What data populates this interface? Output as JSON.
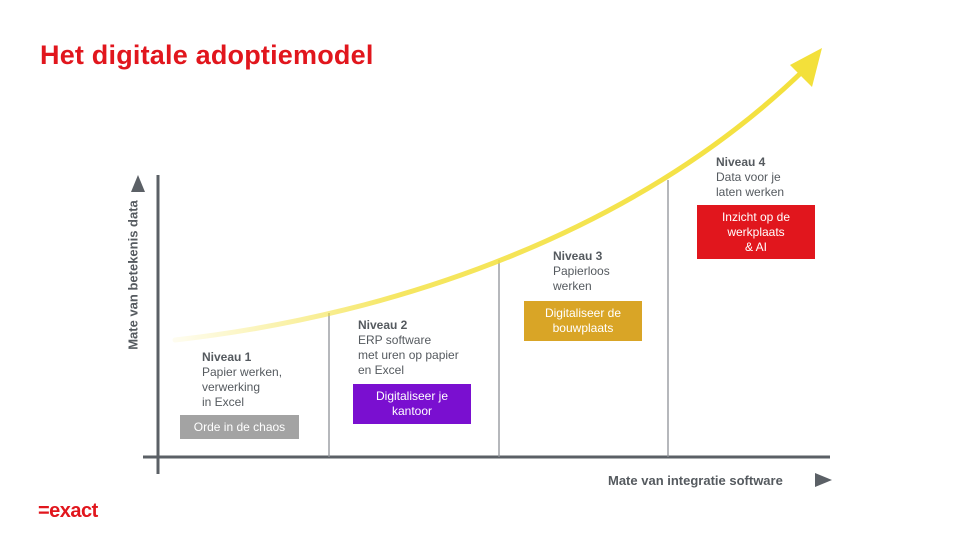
{
  "title": "Het digitale adoptiemodel",
  "y_axis_label": "Mate van betekenis data",
  "x_axis_label": "Mate van integratie software",
  "levels": [
    {
      "name": "Niveau 1",
      "description": "Papier werken,\nverwerking\nin Excel",
      "tag": "Orde in de chaos",
      "tag_color": "#a3a3a3"
    },
    {
      "name": "Niveau 2",
      "description": "ERP software\nmet uren op papier\nen Excel",
      "tag": "Digitaliseer je\nkantoor",
      "tag_color": "#7a0fd0"
    },
    {
      "name": "Niveau 3",
      "description": "Papierloos\nwerken",
      "tag": "Digitaliseer de\nbouwplaats",
      "tag_color": "#d9a526"
    },
    {
      "name": "Niveau 4",
      "description": "Data voor je\nlaten werken",
      "tag": "Inzicht op de\nwerkplaats\n& AI",
      "tag_color": "#e1161d"
    }
  ],
  "logo": "=exact",
  "colors": {
    "brand": "#e1161d",
    "arrow": "#f3e03a",
    "axis": "#5b6066"
  }
}
